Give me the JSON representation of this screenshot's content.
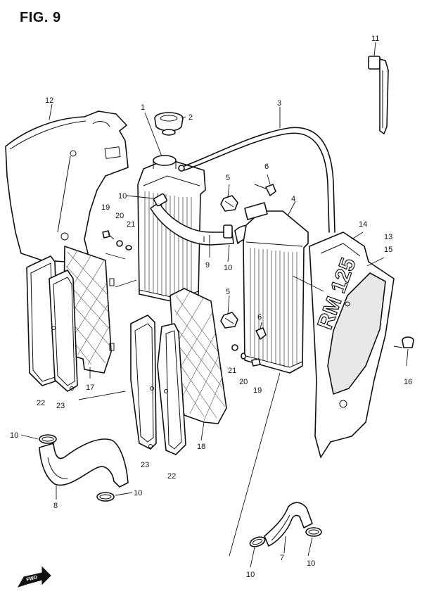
{
  "figure": {
    "title": "FIG. 9"
  },
  "callouts": {
    "c1": "1",
    "c2": "2",
    "c3": "3",
    "c4": "4",
    "c5a": "5",
    "c5b": "5",
    "c6a": "6",
    "c6b": "6",
    "c7": "7",
    "c8": "8",
    "c9": "9",
    "c10a": "10",
    "c10b": "10",
    "c10c": "10",
    "c10d": "10",
    "c10e": "10",
    "c10f": "10",
    "c11": "11",
    "c12": "12",
    "c13": "13",
    "c14": "14",
    "c15": "15",
    "c16": "16",
    "c17": "17",
    "c18": "18",
    "c19a": "19",
    "c19b": "19",
    "c20a": "20",
    "c20b": "20",
    "c21a": "21",
    "c21b": "21",
    "c22a": "22",
    "c22b": "22",
    "c23a": "23",
    "c23b": "23"
  },
  "shroud_logo": "RM 125",
  "direction_marker": "FWD"
}
